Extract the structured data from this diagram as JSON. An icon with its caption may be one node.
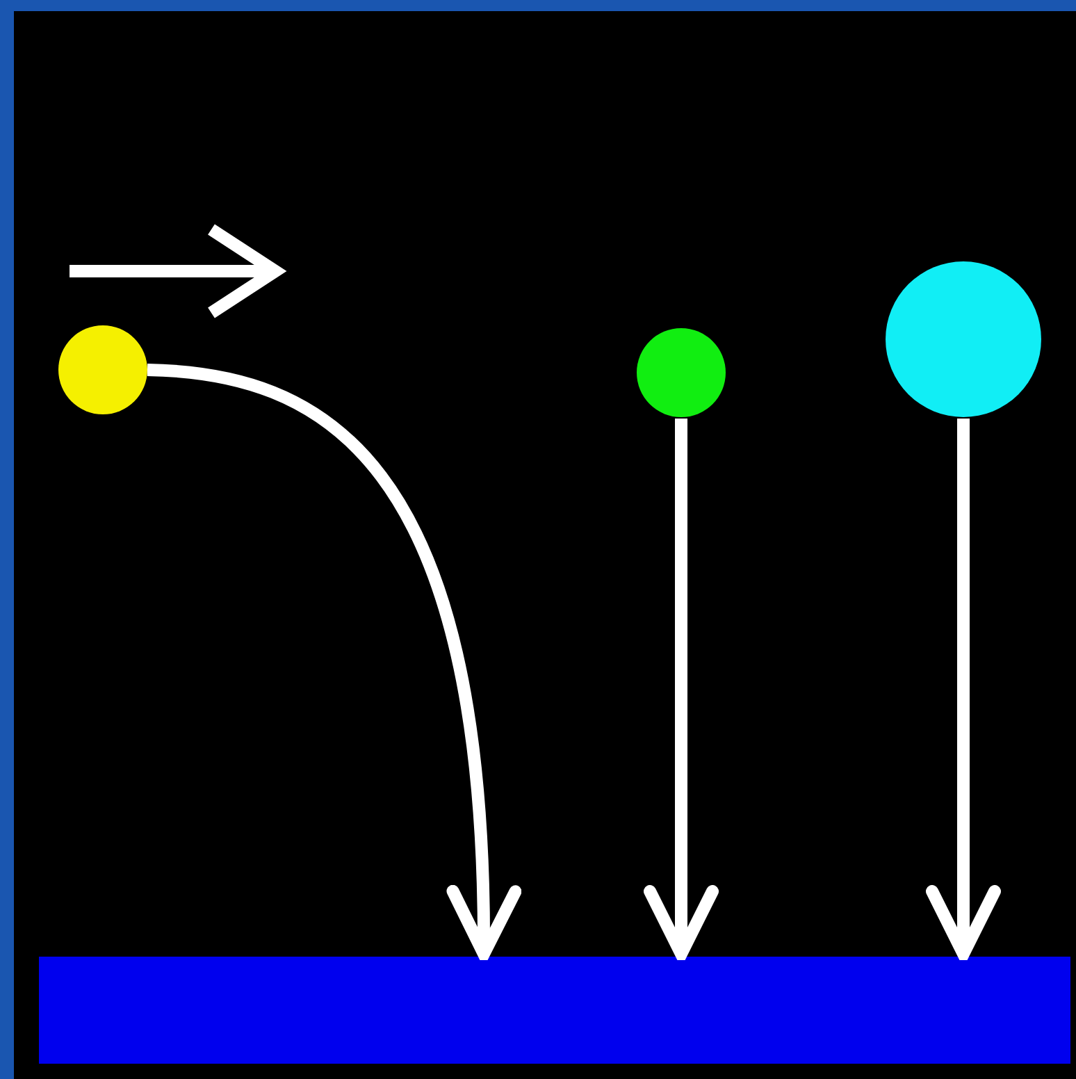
{
  "diagram": {
    "nodes": [
      {
        "text": [],
        "shape": "circle"
      },
      {
        "text": [],
        "shape": "circle"
      },
      {
        "text": [],
        "shape": "circle"
      },
      {
        "text": [],
        "shape": "bar"
      }
    ],
    "edges": [
      {
        "from": 0,
        "to": 3,
        "arrow": "to"
      },
      {
        "from": 1,
        "to": 3,
        "arrow": "to"
      },
      {
        "from": 2,
        "to": 3,
        "arrow": "to"
      }
    ]
  }
}
